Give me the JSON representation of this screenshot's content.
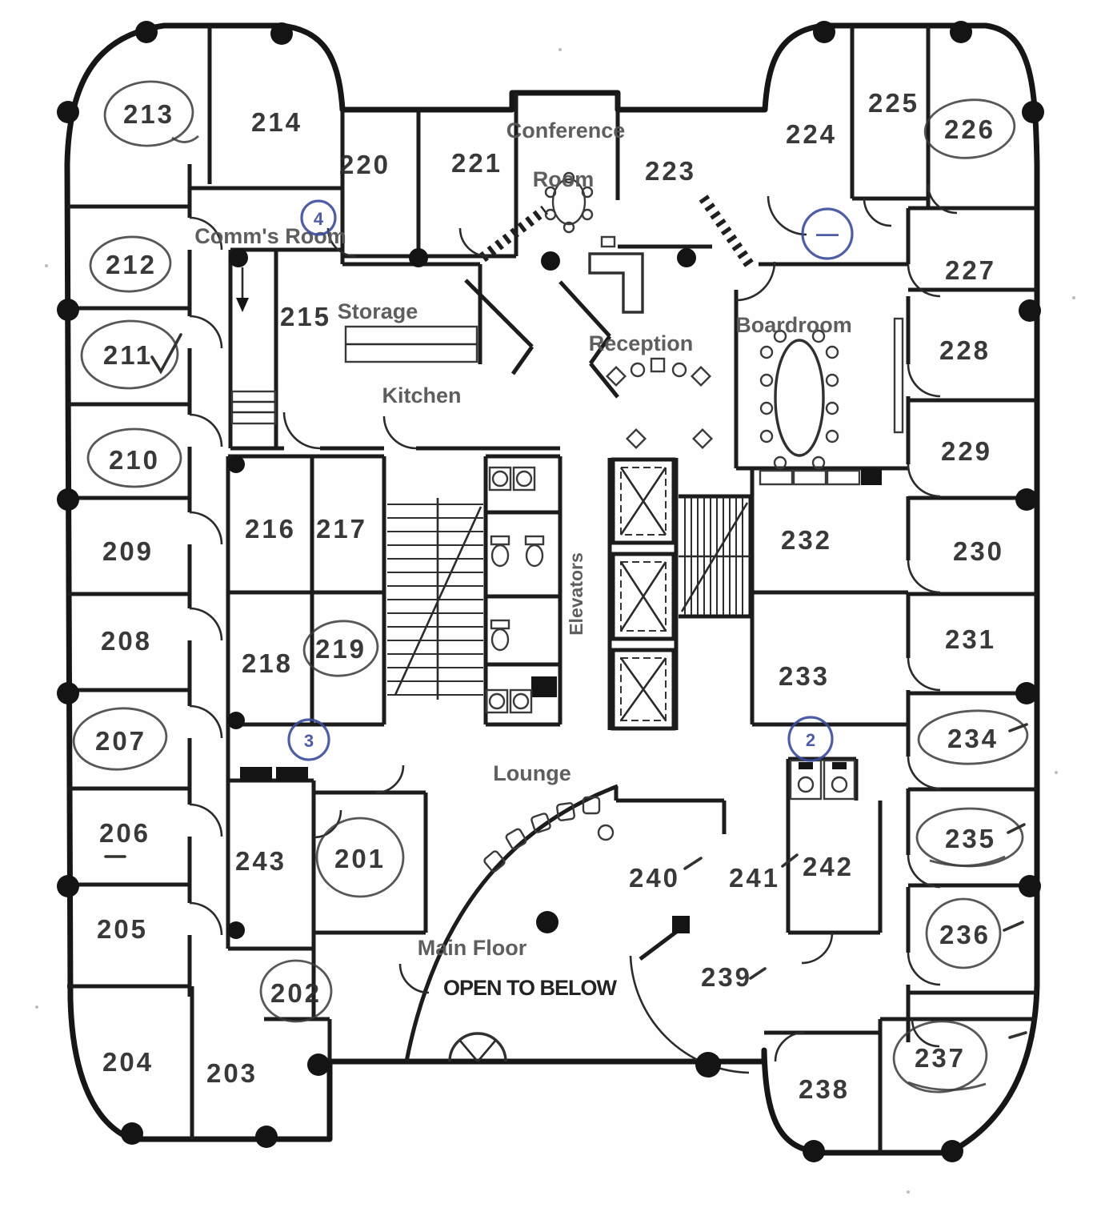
{
  "area_labels": {
    "conference_line1": "Conference",
    "conference_line2": "Room",
    "comms_room": "Comm's Room",
    "storage": "Storage",
    "kitchen": "Kitchen",
    "reception": "Reception",
    "boardroom": "Boardroom",
    "elevators": "Elevators",
    "lounge": "Lounge",
    "main_floor": "Main Floor",
    "open_to_below": "OPEN TO BELOW"
  },
  "rooms": [
    {
      "number": "201",
      "circled": true
    },
    {
      "number": "202",
      "circled": true
    },
    {
      "number": "203",
      "circled": false
    },
    {
      "number": "204",
      "circled": false
    },
    {
      "number": "205",
      "circled": false
    },
    {
      "number": "206",
      "circled": false
    },
    {
      "number": "207",
      "circled": true
    },
    {
      "number": "208",
      "circled": false
    },
    {
      "number": "209",
      "circled": false
    },
    {
      "number": "210",
      "circled": true
    },
    {
      "number": "211",
      "circled": true
    },
    {
      "number": "212",
      "circled": true
    },
    {
      "number": "213",
      "circled": true
    },
    {
      "number": "214",
      "circled": false
    },
    {
      "number": "215",
      "circled": false
    },
    {
      "number": "216",
      "circled": false
    },
    {
      "number": "217",
      "circled": false
    },
    {
      "number": "218",
      "circled": false
    },
    {
      "number": "219",
      "circled": true
    },
    {
      "number": "220",
      "circled": false
    },
    {
      "number": "221",
      "circled": false
    },
    {
      "number": "223",
      "circled": false
    },
    {
      "number": "224",
      "circled": false
    },
    {
      "number": "225",
      "circled": false
    },
    {
      "number": "226",
      "circled": true
    },
    {
      "number": "227",
      "circled": false
    },
    {
      "number": "228",
      "circled": false
    },
    {
      "number": "229",
      "circled": false
    },
    {
      "number": "230",
      "circled": false
    },
    {
      "number": "231",
      "circled": false
    },
    {
      "number": "232",
      "circled": false
    },
    {
      "number": "233",
      "circled": false
    },
    {
      "number": "234",
      "circled": true
    },
    {
      "number": "235",
      "circled": true
    },
    {
      "number": "236",
      "circled": true
    },
    {
      "number": "237",
      "circled": true
    },
    {
      "number": "238",
      "circled": false
    },
    {
      "number": "239",
      "circled": false
    },
    {
      "number": "240",
      "circled": false
    },
    {
      "number": "241",
      "circled": false
    },
    {
      "number": "242",
      "circled": false
    },
    {
      "number": "243",
      "circled": false
    }
  ],
  "annotations": {
    "checkmark_on_room": "211",
    "dash_under_room": "206",
    "tick_marked_rooms": [
      "234",
      "235",
      "236",
      "237",
      "239",
      "240",
      "241"
    ],
    "blue_marks": [
      {
        "label": "4"
      },
      {
        "label": "—"
      },
      {
        "label": "3"
      },
      {
        "label": "2"
      }
    ]
  },
  "colors": {
    "wall": "#161616",
    "pencil": "#3a3a3a",
    "pen_blue": "#3a4c9c",
    "paper": "#fefefe"
  }
}
